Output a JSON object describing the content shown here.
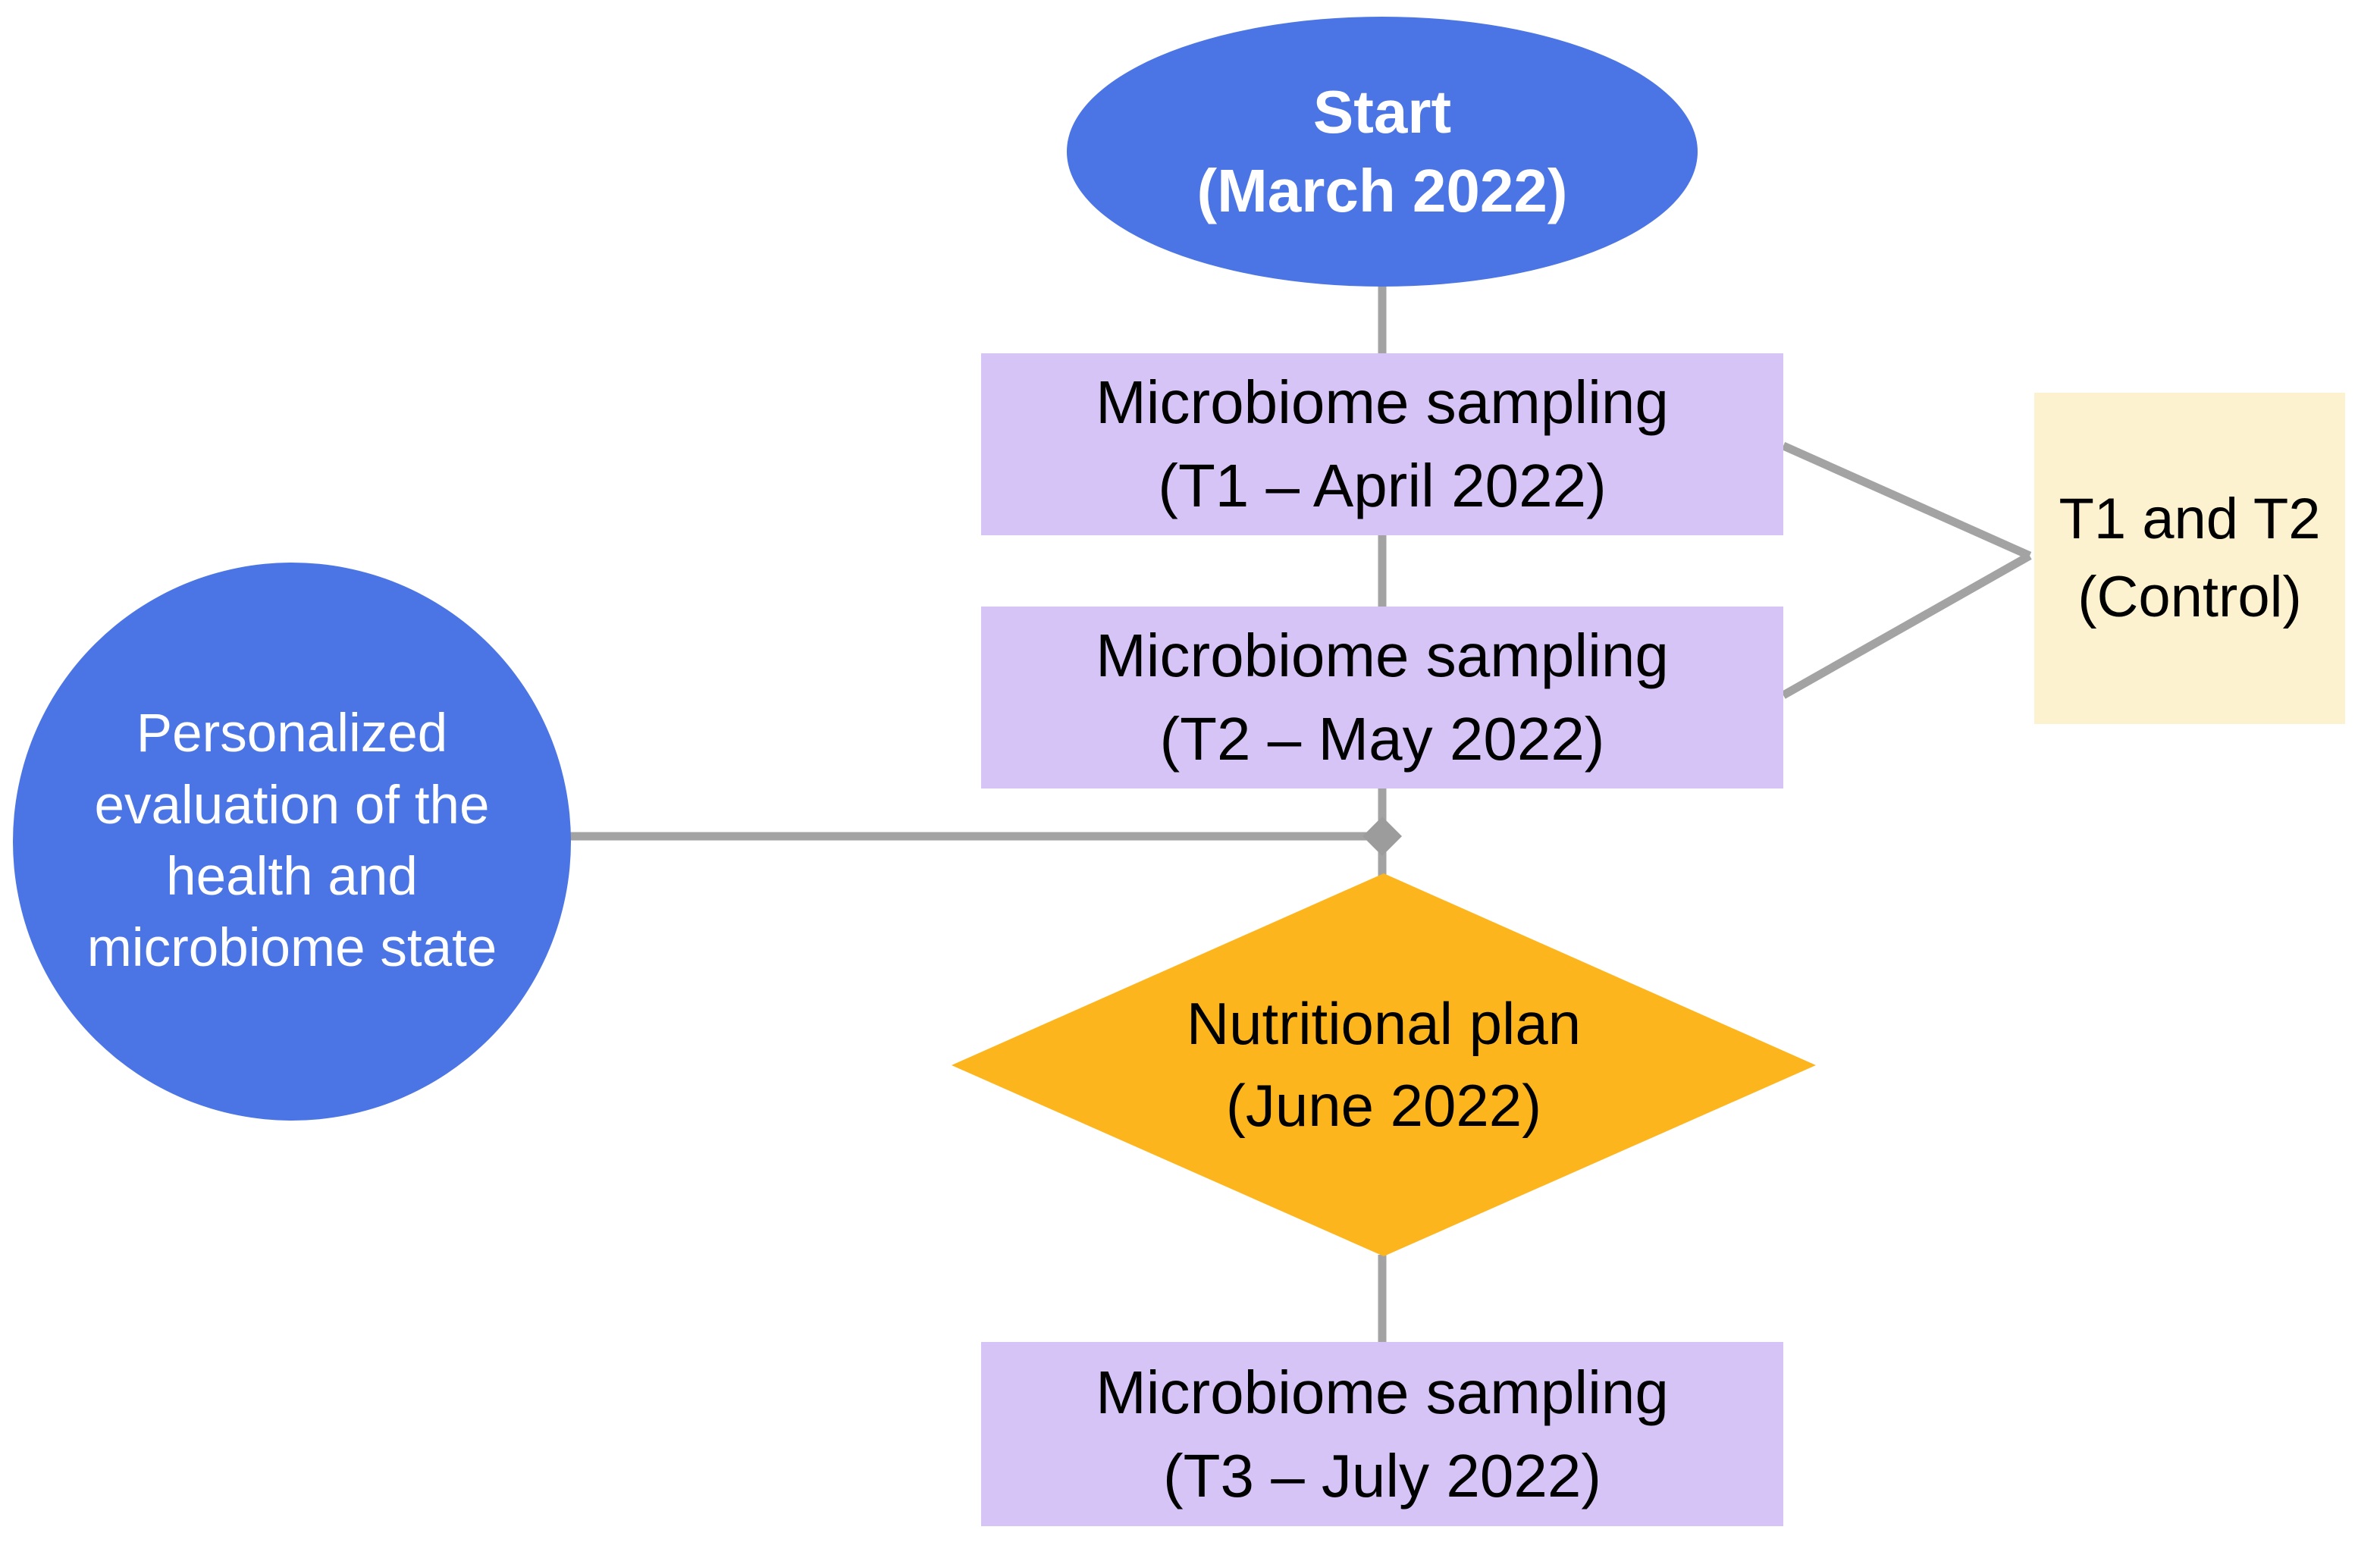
{
  "diagram": {
    "title_hint": "Study timeline flowchart",
    "nodes": {
      "start": {
        "line1": "Start",
        "line2": "(March 2022)"
      },
      "sampling_t1": {
        "line1": "Microbiome sampling",
        "line2": "(T1 – April 2022)"
      },
      "sampling_t2": {
        "line1": "Microbiome sampling",
        "line2": "(T2 – May 2022)"
      },
      "control": {
        "line1": "T1 and T2",
        "line2": "(Control)"
      },
      "evaluation": {
        "line1": "Personalized",
        "line2": "evaluation of the",
        "line3": "health and",
        "line4": "microbiome state"
      },
      "nutritional_plan": {
        "line1": "Nutritional plan",
        "line2": "(June 2022)"
      },
      "sampling_t3": {
        "line1": "Microbiome sampling",
        "line2": "(T3 – July 2022)"
      }
    },
    "colors": {
      "node_blue": "#4b75e4",
      "node_lavender": "#d6c4f6",
      "node_cream": "#fdf2cf",
      "node_orange": "#fdb51d",
      "connector_gray": "#a3a3a3",
      "junction_gray": "#9c9c9c",
      "text_dark": "#000000",
      "text_light": "#ffffff"
    }
  }
}
